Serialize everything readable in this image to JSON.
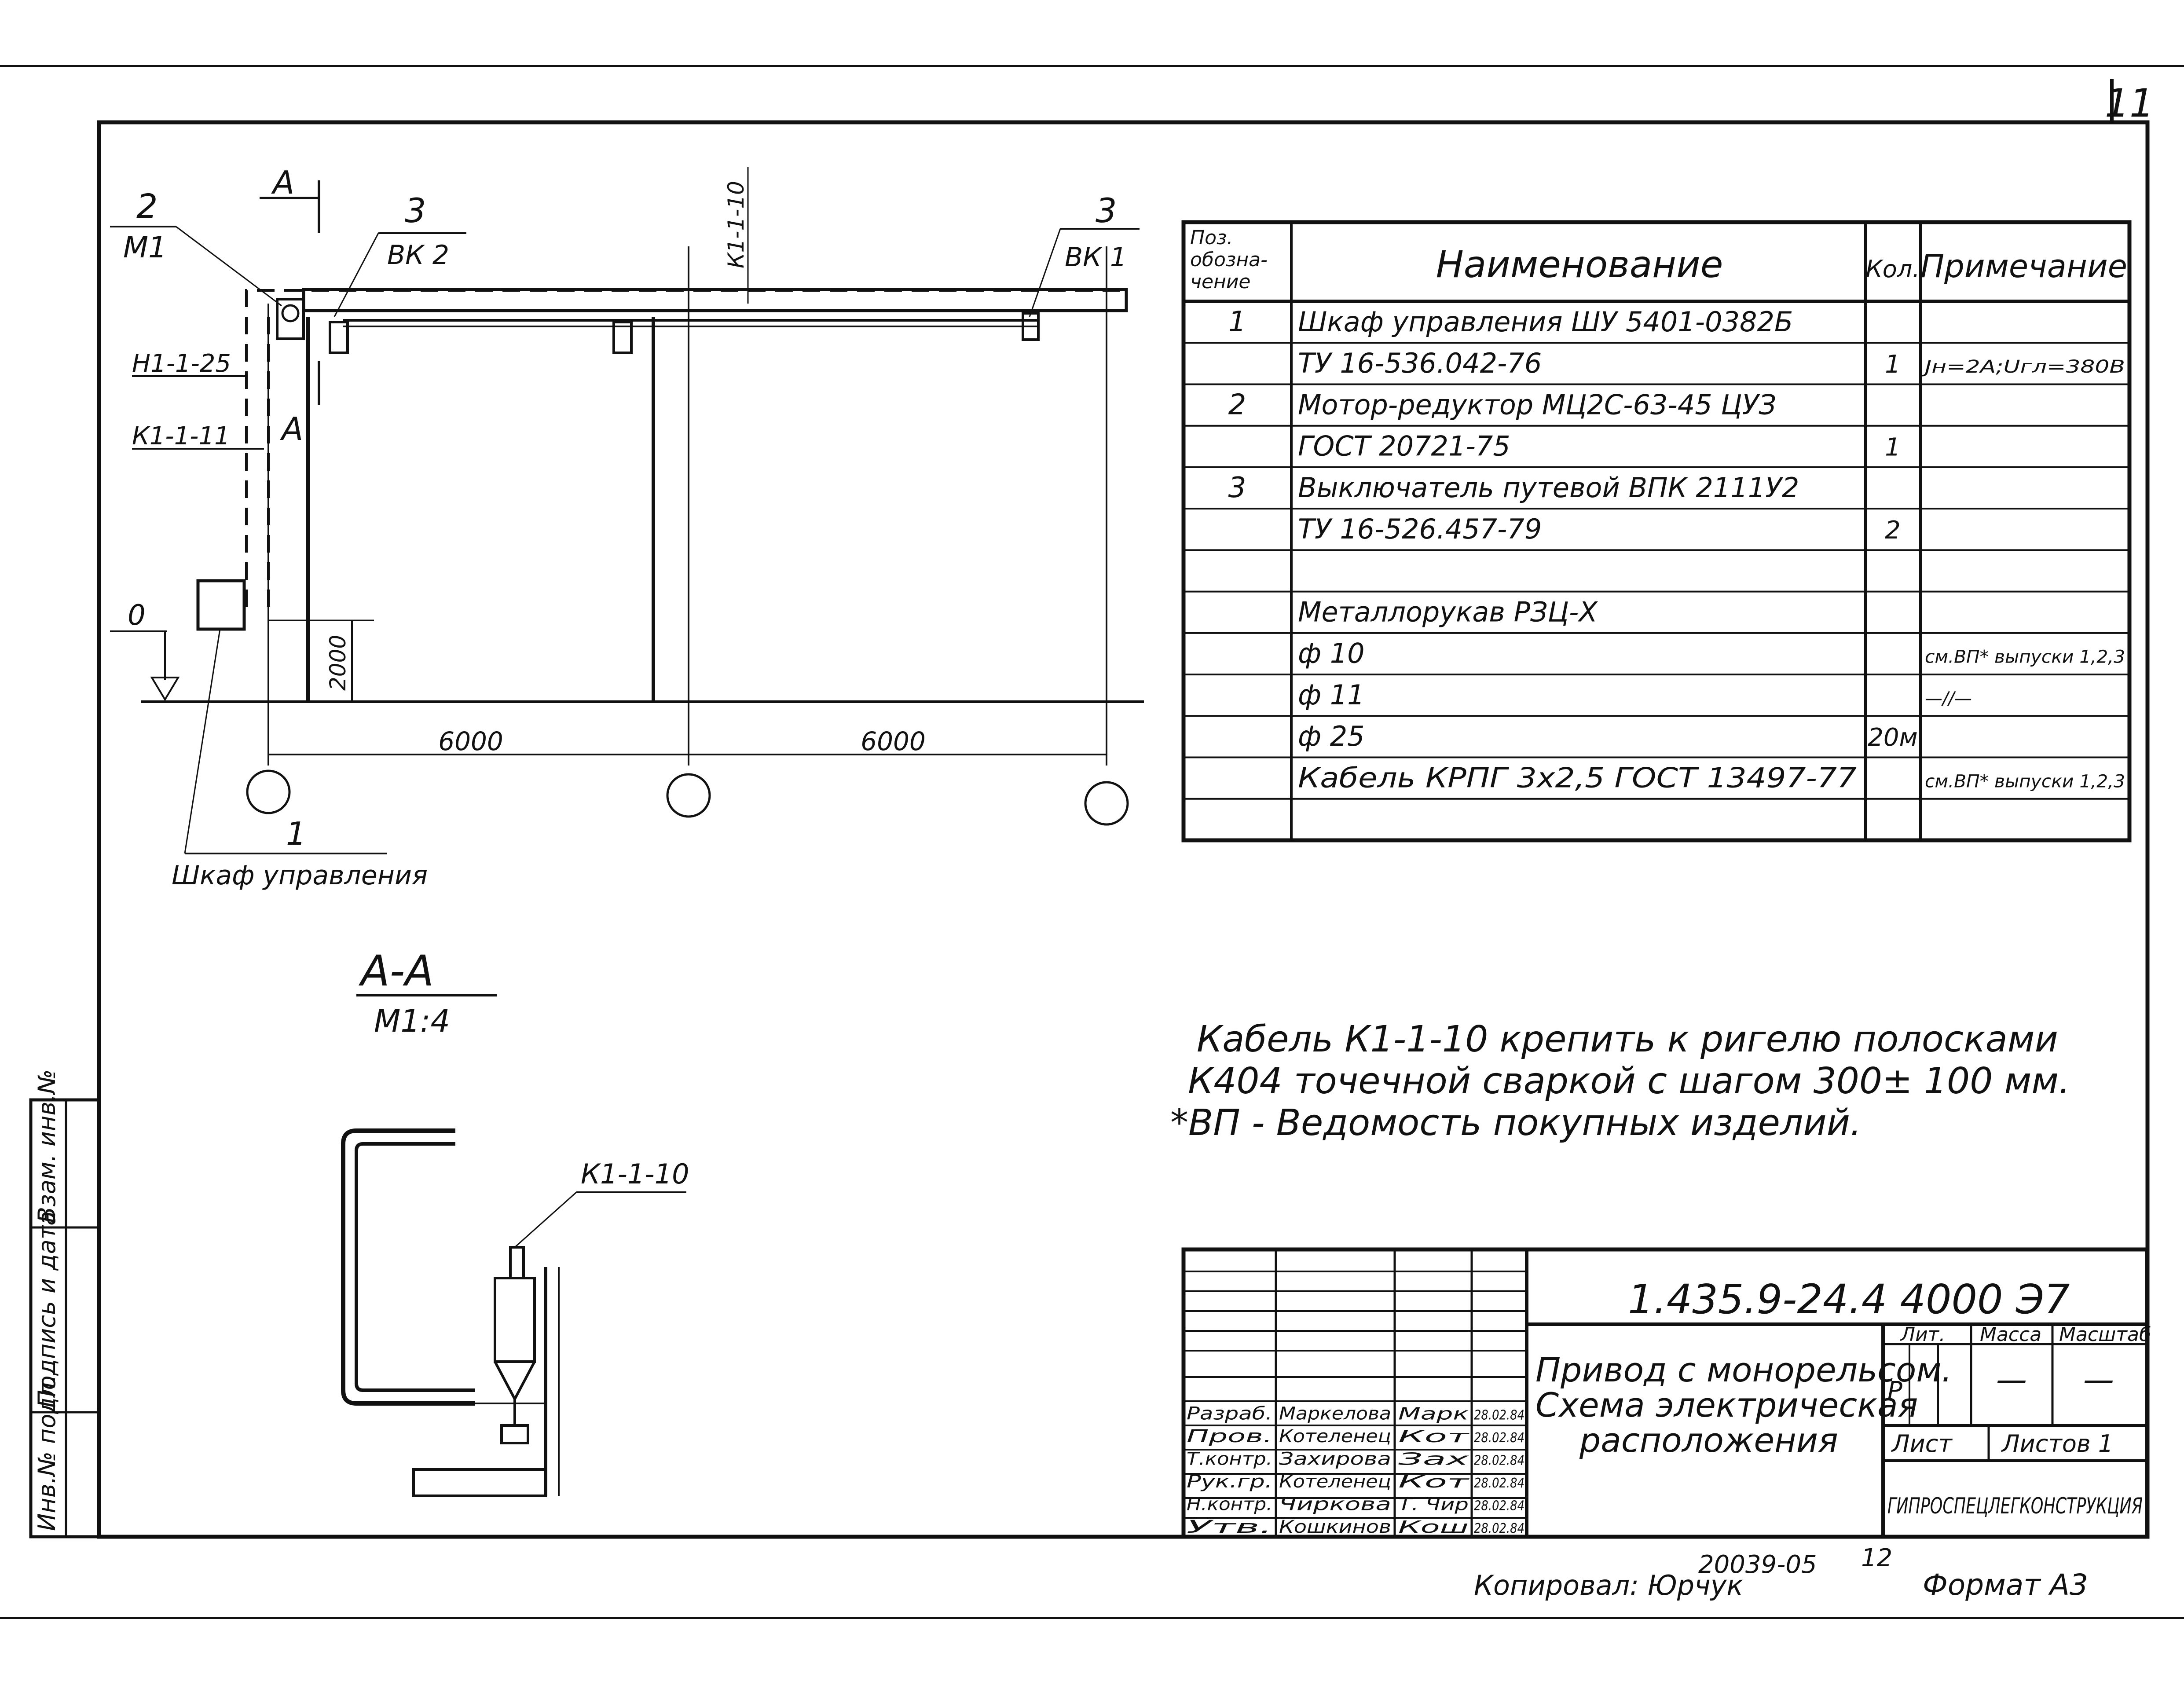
{
  "sheet": {
    "number": "11",
    "format_label": "Формат А3",
    "copied_label": "Копировал: Юрчук",
    "archive_number": "20039-05",
    "archive_sheet": "12"
  },
  "plan": {
    "axis_top_label": "К1-1-10",
    "callout_motor_pos": "2",
    "callout_motor_scale": "М1",
    "callout_vk2_pos": "3",
    "callout_vk2_name": "ВК 2",
    "callout_vk1_pos": "3",
    "callout_vk1_name": "ВК 1",
    "section_mark_top": "А",
    "section_mark_bottom": "А",
    "cable_h1": "Н1-1-25",
    "cable_k1": "К1-1-11",
    "level_zero": "0",
    "height_dim": "2000",
    "span_dims": [
      "6000",
      "6000"
    ],
    "cabinet_pos": "1",
    "cabinet_label": "Шкаф управления"
  },
  "section": {
    "title": "А-А",
    "scale": "М1:4",
    "cable_label": "К1-1-10"
  },
  "spec_table": {
    "headers": {
      "pos": [
        "Поз.",
        "обозна-",
        "чение"
      ],
      "name": "Наименование",
      "qty": "Кол.",
      "note": "Примечание"
    },
    "rows": [
      {
        "pos": "1",
        "name": "Шкаф управления ШУ 5401-0382Б",
        "qty": "",
        "note": ""
      },
      {
        "pos": "",
        "name": "ТУ 16-536.042-76",
        "qty": "1",
        "note": "Jн=2А;Uгл=380В"
      },
      {
        "pos": "2",
        "name": "Мотор-редуктор МЦ2С-63-45 ЦУЗ",
        "qty": "",
        "note": ""
      },
      {
        "pos": "",
        "name": "ГОСТ 20721-75",
        "qty": "1",
        "note": ""
      },
      {
        "pos": "3",
        "name": "Выключатель путевой ВПК 2111У2",
        "qty": "",
        "note": ""
      },
      {
        "pos": "",
        "name": "ТУ 16-526.457-79",
        "qty": "2",
        "note": ""
      },
      {
        "pos": "",
        "name": "",
        "qty": "",
        "note": ""
      },
      {
        "pos": "",
        "name": "Металлорукав РЗЦ-Х",
        "qty": "",
        "note": ""
      },
      {
        "pos": "",
        "name": "ф 10",
        "qty": "",
        "note": "см.ВП* выпуски 1,2,3"
      },
      {
        "pos": "",
        "name": "ф 11",
        "qty": "",
        "note": "—//—"
      },
      {
        "pos": "",
        "name": "ф 25",
        "qty": "20м",
        "note": ""
      },
      {
        "pos": "",
        "name": "Кабель КРПГ 3х2,5 ГОСТ 13497-77",
        "qty": "",
        "note": "см.ВП* выпуски 1,2,3"
      },
      {
        "pos": "",
        "name": "",
        "qty": "",
        "note": ""
      }
    ]
  },
  "notes": [
    "Кабель К1-1-10 крепить к ригелю полосками",
    "К404 точечной сваркой с шагом 300± 100 мм.",
    "*ВП - Ведомость покупных изделий."
  ],
  "title_block": {
    "doc_code": "1.435.9-24.4 4000 Э7",
    "title_lines": [
      "Привод с монорельсом.",
      "Схема электрическая",
      "расположения"
    ],
    "col_lit": "Лит.",
    "col_mass": "Масса",
    "col_scale": "Масштаб",
    "lit_value": "Р",
    "mass_value": "—",
    "scale_value": "—",
    "sheet_label": "Лист",
    "sheets_label": "Листов 1",
    "organization": "ГИПРОСПЕЦЛЕГКОНСТРУКЦИЯ",
    "signatures": [
      {
        "role": "Разраб.",
        "name": "Маркелова",
        "sign": "Марк",
        "date": "28.02.84"
      },
      {
        "role": "Пров.",
        "name": "Котеленец",
        "sign": "Кот",
        "date": "28.02.84"
      },
      {
        "role": "Т.контр.",
        "name": "Захирова",
        "sign": "Зах",
        "date": "28.02.84"
      },
      {
        "role": "Рук.гр.",
        "name": "Котеленец",
        "sign": "Кот",
        "date": "28.02.84"
      },
      {
        "role": "Н.контр.",
        "name": "Чиркова",
        "sign": "Т. Чир",
        "date": "28.02.84"
      },
      {
        "role": "Утв.",
        "name": "Кошкинов",
        "sign": "Кош",
        "date": "28.02.84"
      }
    ]
  },
  "side_stamp": [
    "Инв.№ подл.",
    "Подпись и дата",
    "Взам. инв.№"
  ]
}
